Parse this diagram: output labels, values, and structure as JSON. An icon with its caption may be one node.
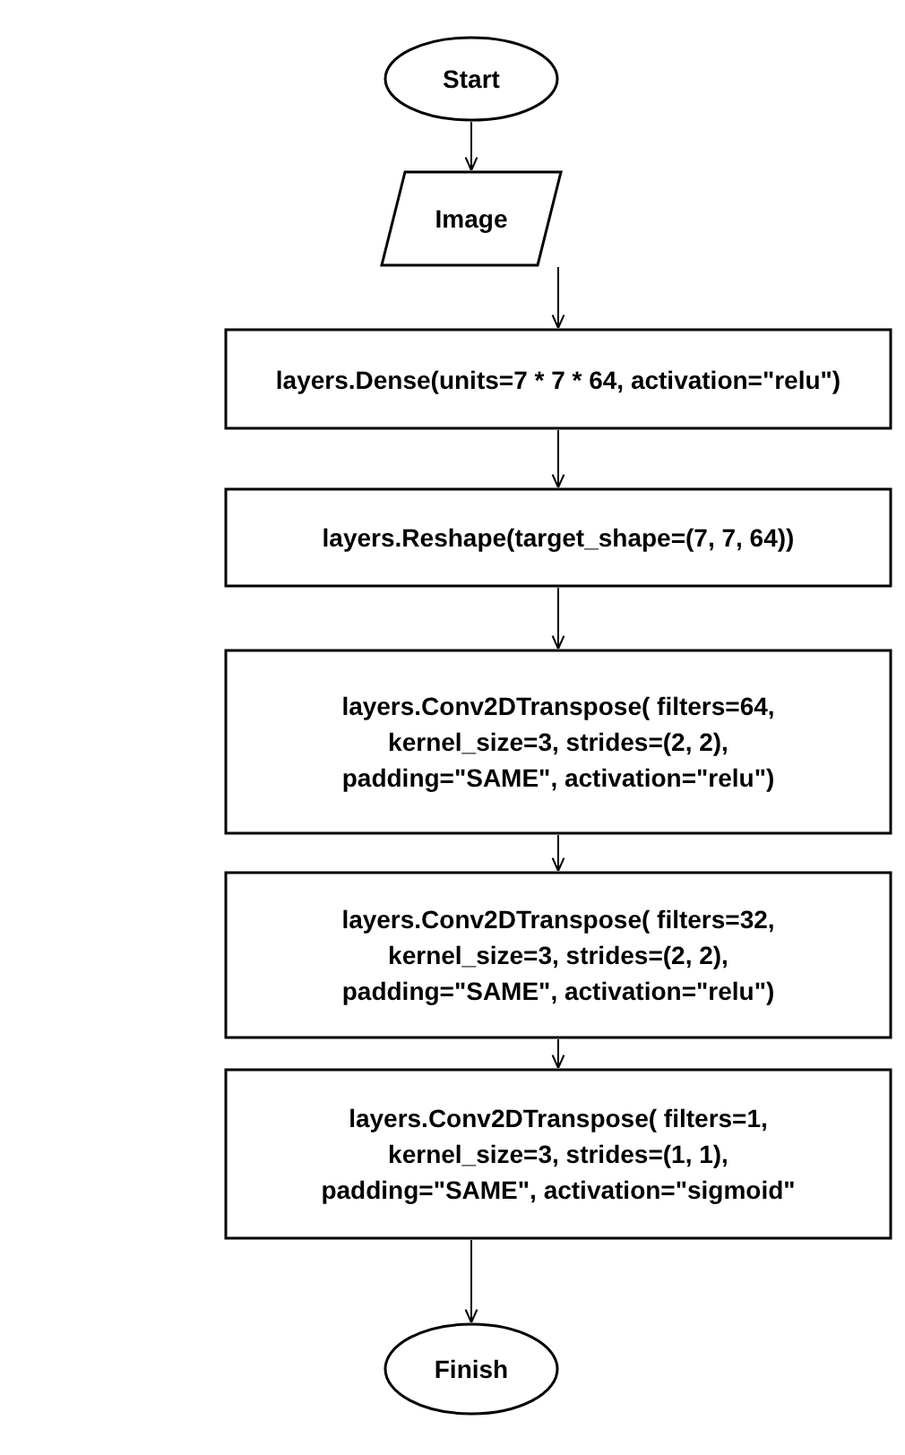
{
  "diagram": {
    "nodes": [
      {
        "text": [
          "Start"
        ]
      },
      {
        "text": [
          "Image"
        ]
      },
      {
        "text": [
          "layers.Dense(units=7 * 7 * 64, activation=\"relu\")"
        ]
      },
      {
        "text": [
          "layers.Reshape(target_shape=(7, 7, 64))"
        ]
      },
      {
        "text": [
          "layers.Conv2DTranspose( filters=64, kernel_size=3, strides=(2, 2), padding=\"SAME\", activation=\"relu\")"
        ]
      },
      {
        "text": [
          "layers.Conv2DTranspose( filters=32, kernel_size=3, strides=(2, 2), padding=\"SAME\", activation=\"relu\")"
        ]
      },
      {
        "text": [
          "layers.Conv2DTranspose( filters=1, kernel_size=3, strides=(1, 1), padding=\"SAME\", activation=\"sigmoid\""
        ]
      },
      {
        "text": [
          "Finish"
        ]
      }
    ],
    "edges": [
      {
        "from": 0,
        "to": 1,
        "arrow": "to"
      },
      {
        "from": 1,
        "to": 2,
        "arrow": "to"
      },
      {
        "from": 2,
        "to": 3,
        "arrow": "to"
      },
      {
        "from": 3,
        "to": 4,
        "arrow": "to"
      },
      {
        "from": 4,
        "to": 5,
        "arrow": "to"
      },
      {
        "from": 5,
        "to": 6,
        "arrow": "to"
      },
      {
        "from": 6,
        "to": 7,
        "arrow": "to"
      }
    ]
  }
}
